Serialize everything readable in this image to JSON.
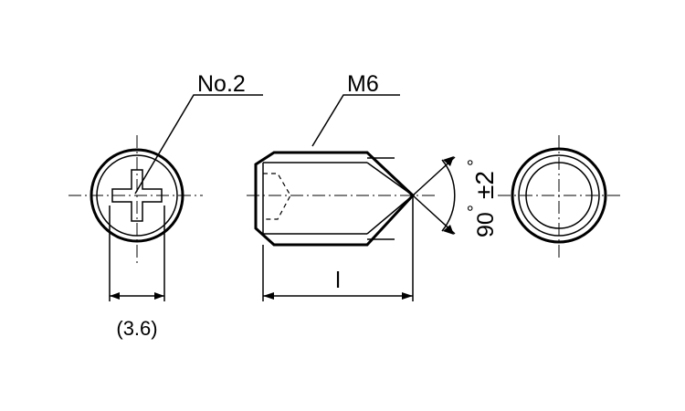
{
  "labels": {
    "drive": "No.2",
    "thread": "M6",
    "length": "l",
    "drive_width": "(3.6)",
    "angle_value": "90",
    "angle_tolerance": "±2",
    "degree_mark": "°"
  },
  "colors": {
    "line": "#000000",
    "background": "#ffffff"
  }
}
